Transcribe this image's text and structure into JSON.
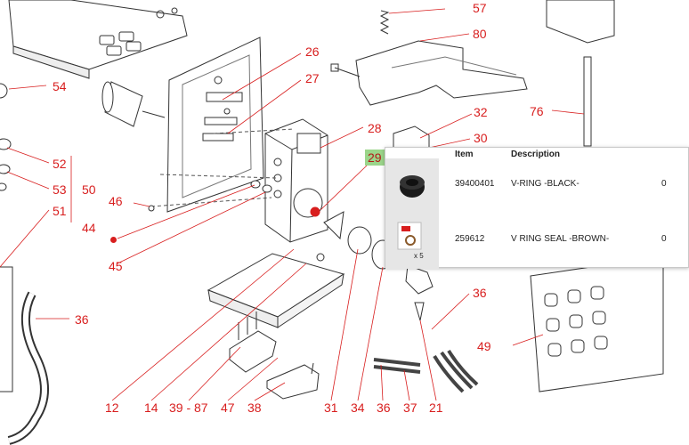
{
  "callouts": [
    {
      "id": "57",
      "label": "57"
    },
    {
      "id": "80",
      "label": "80"
    },
    {
      "id": "26",
      "label": "26"
    },
    {
      "id": "27",
      "label": "27"
    },
    {
      "id": "54",
      "label": "54"
    },
    {
      "id": "76",
      "label": "76"
    },
    {
      "id": "32",
      "label": "32"
    },
    {
      "id": "28",
      "label": "28"
    },
    {
      "id": "30",
      "label": "30"
    },
    {
      "id": "29",
      "label": "29"
    },
    {
      "id": "52",
      "label": "52"
    },
    {
      "id": "53",
      "label": "53"
    },
    {
      "id": "50",
      "label": "50"
    },
    {
      "id": "46",
      "label": "46"
    },
    {
      "id": "51",
      "label": "51"
    },
    {
      "id": "44",
      "label": "44"
    },
    {
      "id": "45",
      "label": "45"
    },
    {
      "id": "36a",
      "label": "36"
    },
    {
      "id": "36b",
      "label": "36"
    },
    {
      "id": "49",
      "label": "49"
    },
    {
      "id": "12",
      "label": "12"
    },
    {
      "id": "14",
      "label": "14"
    },
    {
      "id": "39-87",
      "label": "39 - 87"
    },
    {
      "id": "47",
      "label": "47"
    },
    {
      "id": "38",
      "label": "38"
    },
    {
      "id": "31",
      "label": "31"
    },
    {
      "id": "34",
      "label": "34"
    },
    {
      "id": "36c",
      "label": "36"
    },
    {
      "id": "37",
      "label": "37"
    },
    {
      "id": "21",
      "label": "21"
    }
  ],
  "popup": {
    "col_item": "Item",
    "col_description": "Description",
    "rows": [
      {
        "item": "39400401",
        "description": "V-RING -BLACK-",
        "extra": "0",
        "icon": "black-v-ring-icon"
      },
      {
        "item": "259612",
        "description": "V RING SEAL -BROWN-",
        "extra": "0",
        "qty": "x 5",
        "icon": "seal-pack-icon"
      }
    ]
  },
  "colors": {
    "accent": "#d81e1e",
    "highlight": "#9bd58a"
  }
}
